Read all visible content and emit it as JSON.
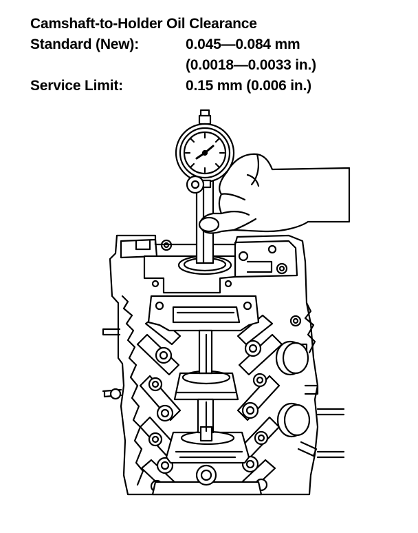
{
  "spec": {
    "title": "Camshaft-to-Holder Oil Clearance",
    "rows": [
      {
        "label": "Standard (New):",
        "value": "0.045—0.084 mm"
      },
      {
        "label": "",
        "value": "(0.0018—0.0033 in.)"
      },
      {
        "label": "Service Limit:",
        "value": "0.15 mm (0.006 in.)"
      }
    ]
  },
  "illustration": {
    "subject": "dial bore gauge inserted in camshaft holder on cylinder head",
    "line_color": "#000000",
    "fill_color": "#ffffff"
  }
}
